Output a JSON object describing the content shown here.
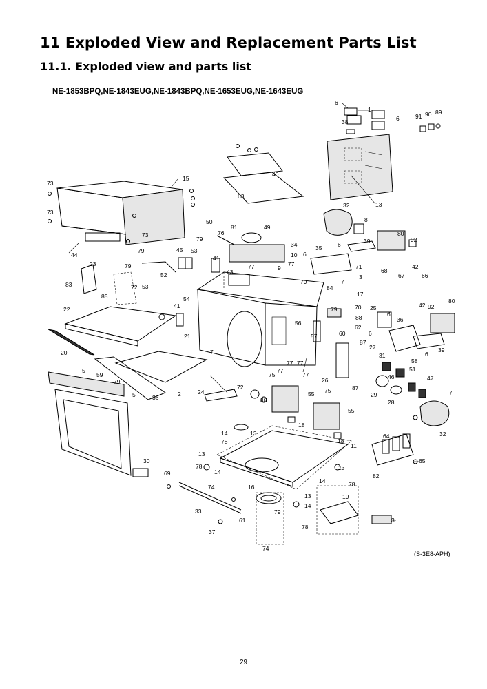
{
  "heading": "11 Exploded View and Replacement Parts List",
  "subheading": "11.1.   Exploded view and parts list",
  "models": "NE-1853BPQ,NE-1843EUG,NE-1843BPQ,NE-1653EUG,NE-1643EUG",
  "figure_ref": "(S-3E8-APH)",
  "page_number": "29",
  "callouts": [
    "1",
    "2",
    "3",
    "5",
    "6",
    "7",
    "8",
    "9",
    "10",
    "11",
    "13",
    "14",
    "15",
    "16",
    "17",
    "18",
    "19",
    "20",
    "21",
    "22",
    "23",
    "24",
    "25",
    "26",
    "27",
    "28",
    "29",
    "30",
    "31",
    "32",
    "33",
    "34",
    "35",
    "36",
    "37",
    "38",
    "39",
    "40",
    "41",
    "42",
    "43",
    "44",
    "45",
    "46",
    "47",
    "48",
    "49",
    "50",
    "51",
    "52",
    "53",
    "54",
    "55",
    "56",
    "57",
    "58",
    "59",
    "60",
    "61",
    "62",
    "63",
    "64",
    "65",
    "66",
    "67",
    "68",
    "69",
    "70",
    "71",
    "72",
    "73",
    "74",
    "75",
    "76",
    "77",
    "78",
    "79",
    "80",
    "81",
    "82",
    "83",
    "84",
    "85",
    "86",
    "87",
    "88",
    "89",
    "90",
    "91",
    "92"
  ]
}
